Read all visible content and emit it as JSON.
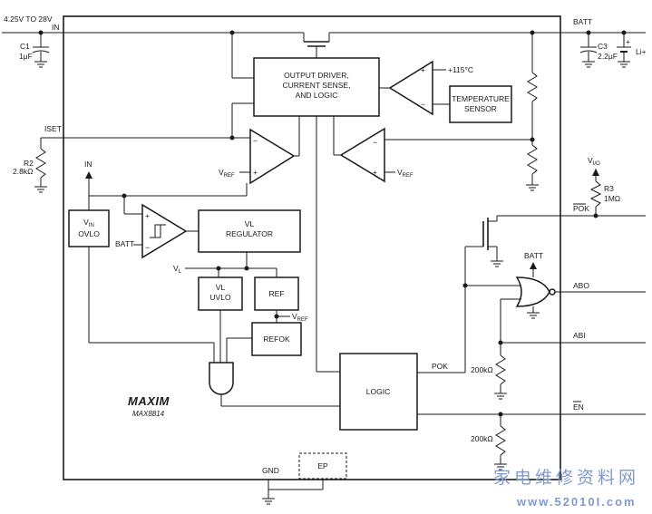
{
  "supply": {
    "range": "4.25V TO 28V",
    "in": "IN"
  },
  "batt": {
    "pin": "BATT",
    "cap": "C3",
    "cap_value": "2.2μF",
    "cell": "Li+"
  },
  "c1": {
    "name": "C1",
    "value": "1μF"
  },
  "iset": {
    "pin": "ISET",
    "res": "R2",
    "res_value": "2.8kΩ"
  },
  "blocks": {
    "driver": [
      "OUTPUT DRIVER,",
      "CURRENT SENSE,",
      "AND LOGIC"
    ],
    "temp": [
      "TEMPERATURE",
      "SENSOR"
    ],
    "temp_thresh": "+115°C",
    "vl_reg": [
      "VL",
      "REGULATOR"
    ],
    "vin_ovlo": [
      "V",
      "IN",
      "OVLO"
    ],
    "vl_uvlo": [
      "VL",
      "UVLO"
    ],
    "ref": "REF",
    "refok": "REFOK",
    "logic": "LOGIC",
    "ep": "EP"
  },
  "labels": {
    "in_arrow": "IN",
    "batt_hyst": "BATT",
    "vl": "V",
    "vl_sub": "L",
    "vref": "V",
    "vref_sub": "REF",
    "batt_up": "BATT",
    "pok_int": "POK",
    "gnd": "GND"
  },
  "pins": {
    "pok": "POK",
    "abo": "ABO",
    "abi": "ABI",
    "en": "EN"
  },
  "r3": {
    "rail": "V",
    "rail_sub": "I/O",
    "name": "R3",
    "value": "1MΩ"
  },
  "pulldowns": {
    "abi_res": "200kΩ",
    "en_res": "200kΩ"
  },
  "brand": {
    "logo": "MAXIM",
    "part": "MAX8814"
  },
  "watermark": {
    "cn": "家电维修资料网",
    "url": "www.52010I.com"
  }
}
